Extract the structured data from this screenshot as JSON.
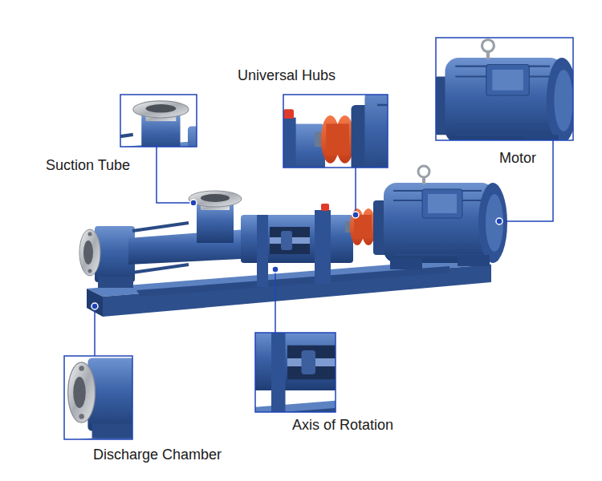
{
  "diagram": {
    "labels": [
      "Universal Hubs",
      "Suction Tube",
      "Motor",
      "Axis of Rotation",
      "Discharge Chamber"
    ]
  }
}
